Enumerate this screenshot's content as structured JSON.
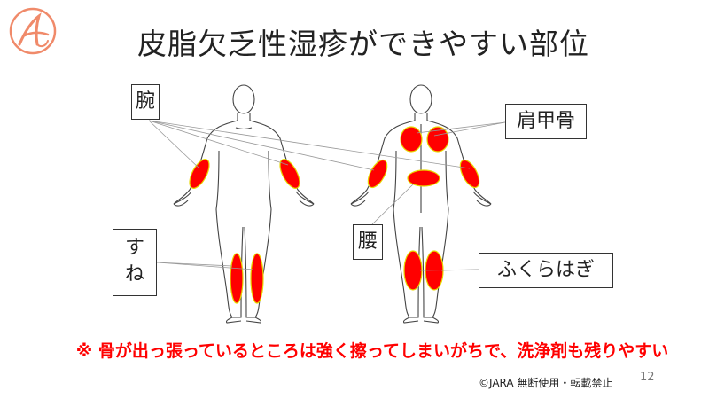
{
  "slide": {
    "title": "皮脂欠乏性湿疹ができやすい部位",
    "labels": {
      "arm": "腕",
      "shoulder_blade": "肩甲骨",
      "waist": "腰",
      "shin_line1": "す",
      "shin_line2": "ね",
      "calf": "ふくらはぎ"
    },
    "note": "※ 骨が出っ張っているところは強く擦ってしまいがちで、洗浄剤も残りやすい",
    "copyright": "©JARA 無断使用・転載禁止",
    "page_number": "12"
  },
  "colors": {
    "highlight": "#ff0000",
    "highlight_outline": "#e8d800",
    "note": "#ff0000",
    "logo": "#f08a6a"
  },
  "icons": {
    "logo": "jara-logo-icon"
  }
}
